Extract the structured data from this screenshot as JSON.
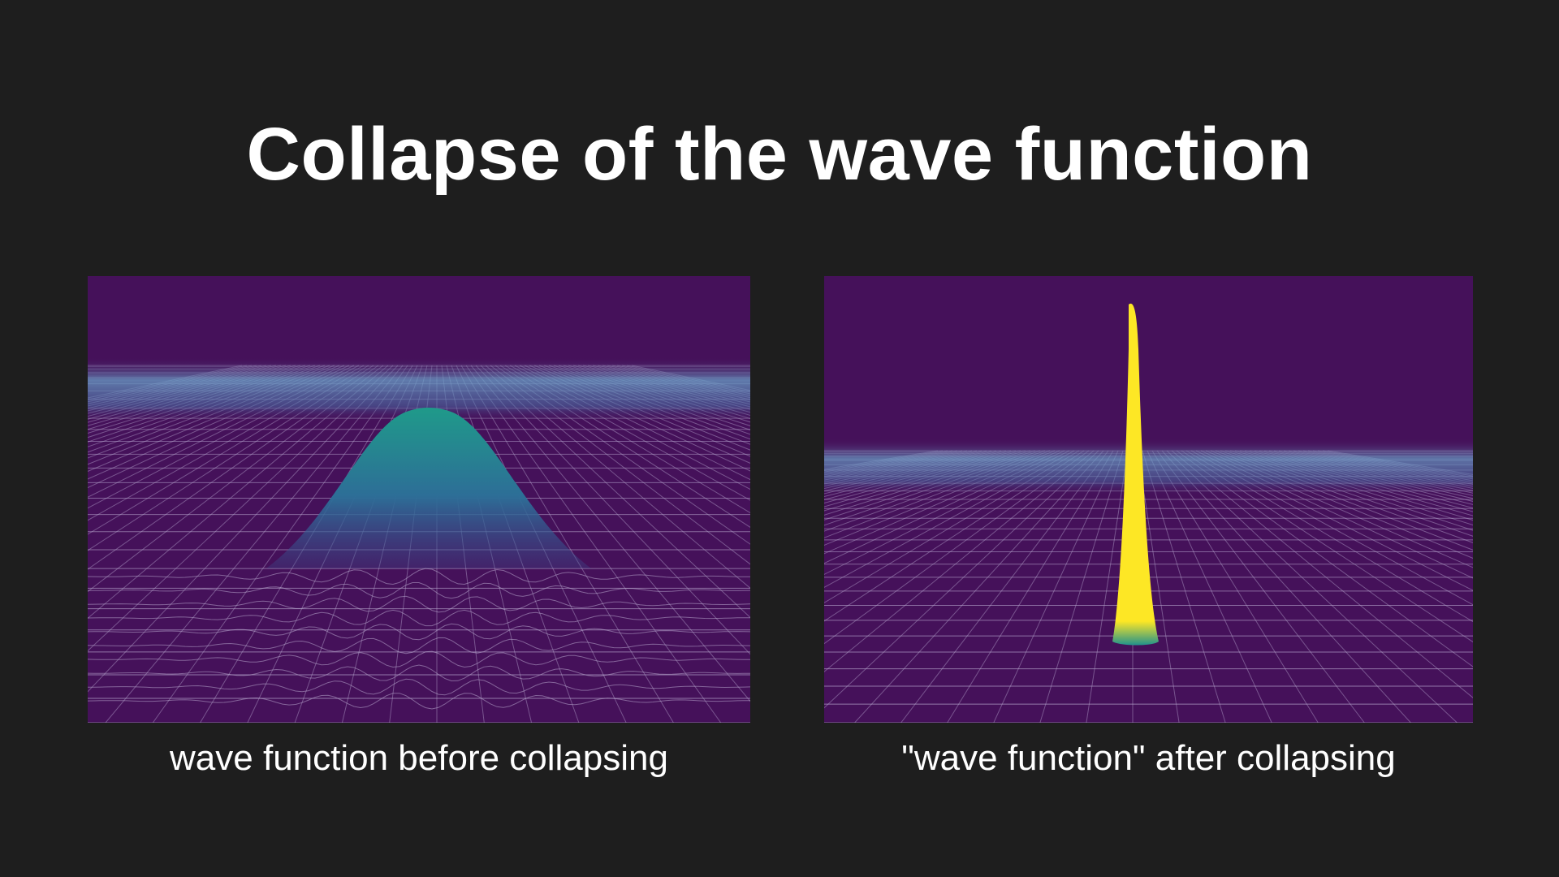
{
  "slide": {
    "title": "Collapse of the wave function"
  },
  "panels": [
    {
      "caption": "wave function before collapsing",
      "colors": {
        "background": "#45115a",
        "grid": "#b9a9d0",
        "surface_top": "#1f9a8a",
        "surface_base": "#3b4d8f"
      }
    },
    {
      "caption": "\"wave function\" after collapsing",
      "colors": {
        "background": "#45115a",
        "grid": "#b9a9d0",
        "spike": "#fde725",
        "spike_base": "#21918c"
      }
    }
  ]
}
